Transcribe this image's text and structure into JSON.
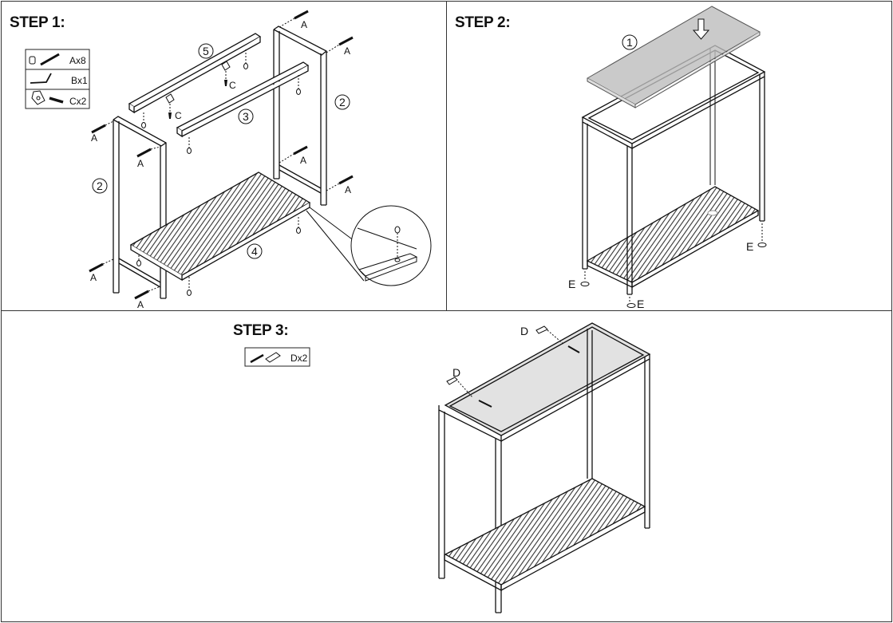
{
  "step1": {
    "title": "STEP 1:",
    "parts": [
      {
        "icon": "bolt-and-barrel-nut-icon",
        "label": "Ax8"
      },
      {
        "icon": "allen-key-icon",
        "label": "Bx1"
      },
      {
        "icon": "bracket-and-screw-icon",
        "label": "Cx2"
      }
    ],
    "callouts": {
      "side_frame": "2",
      "front_rail": "3",
      "shelf": "4",
      "back_rail": "5"
    },
    "bolt_label": "A",
    "bracket_label": "C"
  },
  "step2": {
    "title": "STEP 2:",
    "callouts": {
      "glass_top": "1"
    },
    "foot_label": "E"
  },
  "step3": {
    "title": "STEP 3:",
    "parts": [
      {
        "icon": "screw-and-anchor-icon",
        "label": "Dx2"
      }
    ],
    "anchor_label": "D"
  },
  "colors": {
    "line": "#111111",
    "glass": "#bdbdbd",
    "mesh": "#444444"
  }
}
